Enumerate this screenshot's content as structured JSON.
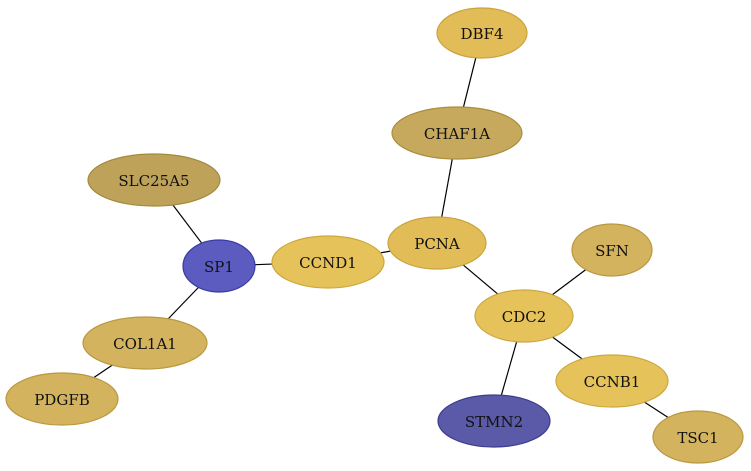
{
  "nodes": [
    {
      "id": "DBF4",
      "label": "DBF4",
      "fill": "#E2BC57",
      "stroke": "#C9A33C"
    },
    {
      "id": "CHAF1A",
      "label": "CHAF1A",
      "fill": "#C6A95C",
      "stroke": "#A98E3C"
    },
    {
      "id": "SLC25A5",
      "label": "SLC25A5",
      "fill": "#BFA25A",
      "stroke": "#A4893C"
    },
    {
      "id": "PCNA",
      "label": "PCNA",
      "fill": "#E2BC57",
      "stroke": "#C9A33C"
    },
    {
      "id": "CCND1",
      "label": "CCND1",
      "fill": "#E6C25A",
      "stroke": "#CDA83E"
    },
    {
      "id": "SP1",
      "label": "SP1",
      "fill": "#5C5CC0",
      "stroke": "#3A3AA4"
    },
    {
      "id": "SFN",
      "label": "SFN",
      "fill": "#D4B35E",
      "stroke": "#B99840"
    },
    {
      "id": "CDC2",
      "label": "CDC2",
      "fill": "#E6C25A",
      "stroke": "#CDA83E"
    },
    {
      "id": "COL1A1",
      "label": "COL1A1",
      "fill": "#D4B35E",
      "stroke": "#B99840"
    },
    {
      "id": "CCNB1",
      "label": "CCNB1",
      "fill": "#E6C25A",
      "stroke": "#CDA83E"
    },
    {
      "id": "PDGFB",
      "label": "PDGFB",
      "fill": "#D4B35E",
      "stroke": "#B99840"
    },
    {
      "id": "STMN2",
      "label": "STMN2",
      "fill": "#5A5AA8",
      "stroke": "#3C3C8E"
    },
    {
      "id": "TSC1",
      "label": "TSC1",
      "fill": "#D4B35E",
      "stroke": "#B99840"
    }
  ],
  "edges": [
    {
      "source": "DBF4",
      "target": "CHAF1A"
    },
    {
      "source": "CHAF1A",
      "target": "PCNA"
    },
    {
      "source": "SLC25A5",
      "target": "SP1"
    },
    {
      "source": "SP1",
      "target": "CCND1"
    },
    {
      "source": "SP1",
      "target": "COL1A1"
    },
    {
      "source": "CCND1",
      "target": "PCNA"
    },
    {
      "source": "PCNA",
      "target": "CDC2"
    },
    {
      "source": "SFN",
      "target": "CDC2"
    },
    {
      "source": "CDC2",
      "target": "CCNB1"
    },
    {
      "source": "CDC2",
      "target": "STMN2"
    },
    {
      "source": "COL1A1",
      "target": "PDGFB"
    },
    {
      "source": "CCNB1",
      "target": "TSC1"
    }
  ]
}
